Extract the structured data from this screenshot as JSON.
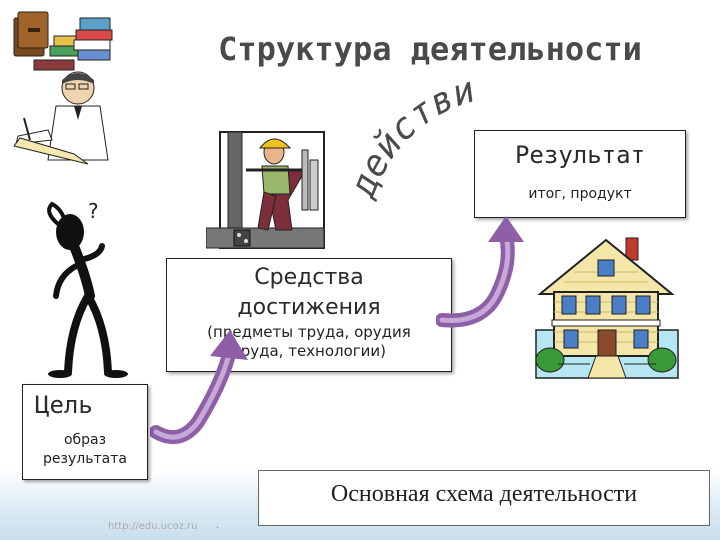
{
  "title": "Структура деятельности",
  "action_word": "действия",
  "result": {
    "title": "Результат",
    "subtitle": "итог, продукт"
  },
  "means": {
    "title_line1": "Средства",
    "title_line2": "достижения",
    "subtitle_line1": "(предметы труда, орудия",
    "subtitle_line2": "труда, технологии)"
  },
  "goal": {
    "title": "Цель",
    "subtitle_line1": "образ",
    "subtitle_line2": "результата"
  },
  "caption": "Основная схема деятельности",
  "footer": {
    "url": "http://edu.ucoz.ru",
    "dot": "."
  },
  "colors": {
    "arrow": "#8e5fa6",
    "arrow_light": "#c7a9d8",
    "title": "#4a4a4a"
  },
  "icons": [
    "books-icon",
    "clerk-writing-icon",
    "thinking-man-icon",
    "worker-icon",
    "house-icon"
  ]
}
